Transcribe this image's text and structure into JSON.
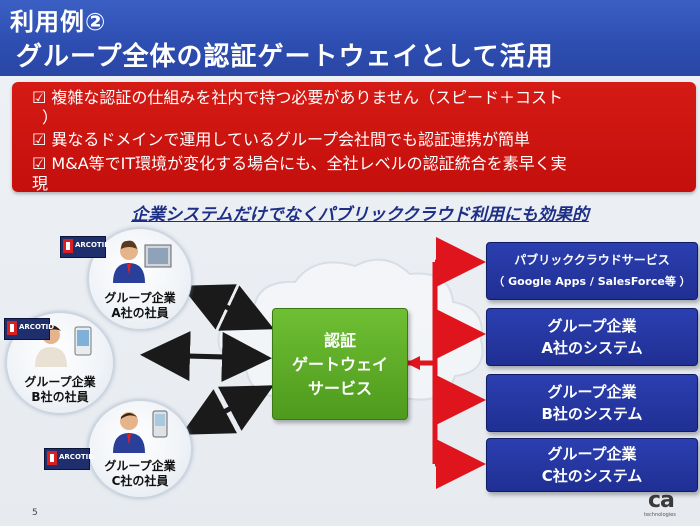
{
  "header": {
    "title_number": "利用例②",
    "title": "グループ全体の認証ゲートウェイとして活用"
  },
  "benefits": {
    "line1": "☑ 複雑な認証の仕組みを社内で持つ必要がありません（スピード＋コスト",
    "line1_cont": "）",
    "line2": "☑ 異なるドメインで運用しているグループ会社間でも認証連携が簡単",
    "line3": "☑ M&A等でIT環境が変化する場合にも、全社レベルの認証統合を素早く実",
    "line3_cont": "現"
  },
  "subtitle": "企業システムだけでなくパブリッククラウド利用にも効果的",
  "users": [
    {
      "badge": "ARCOTID",
      "line1": "グループ企業",
      "line2": "A社の社員"
    },
    {
      "badge": "ARCOTID",
      "line1": "グループ企業",
      "line2": "B社の社員"
    },
    {
      "badge": "ARCOTID",
      "line1": "グループ企業",
      "line2": "C社の社員"
    }
  ],
  "gateway": {
    "line1": "認証",
    "line2": "ゲートウェイ",
    "line3": "サービス"
  },
  "systems": [
    {
      "line1": "パブリッククラウドサービス",
      "line2": "（ Google Apps / SalesForce等 ）"
    },
    {
      "line1": "グループ企業",
      "line2": "A社のシステム"
    },
    {
      "line1": "グループ企業",
      "line2": "B社のシステム"
    },
    {
      "line1": "グループ企業",
      "line2": "C社のシステム"
    }
  ],
  "footer": {
    "page_number": "5",
    "logo_text": "ca",
    "logo_tagline": "technologies"
  },
  "colors": {
    "header_blue": "#2d4db0",
    "red_box": "#c91510",
    "gateway_green": "#5aa826",
    "system_blue": "#2436a0",
    "arrow_red": "#e0141c"
  }
}
